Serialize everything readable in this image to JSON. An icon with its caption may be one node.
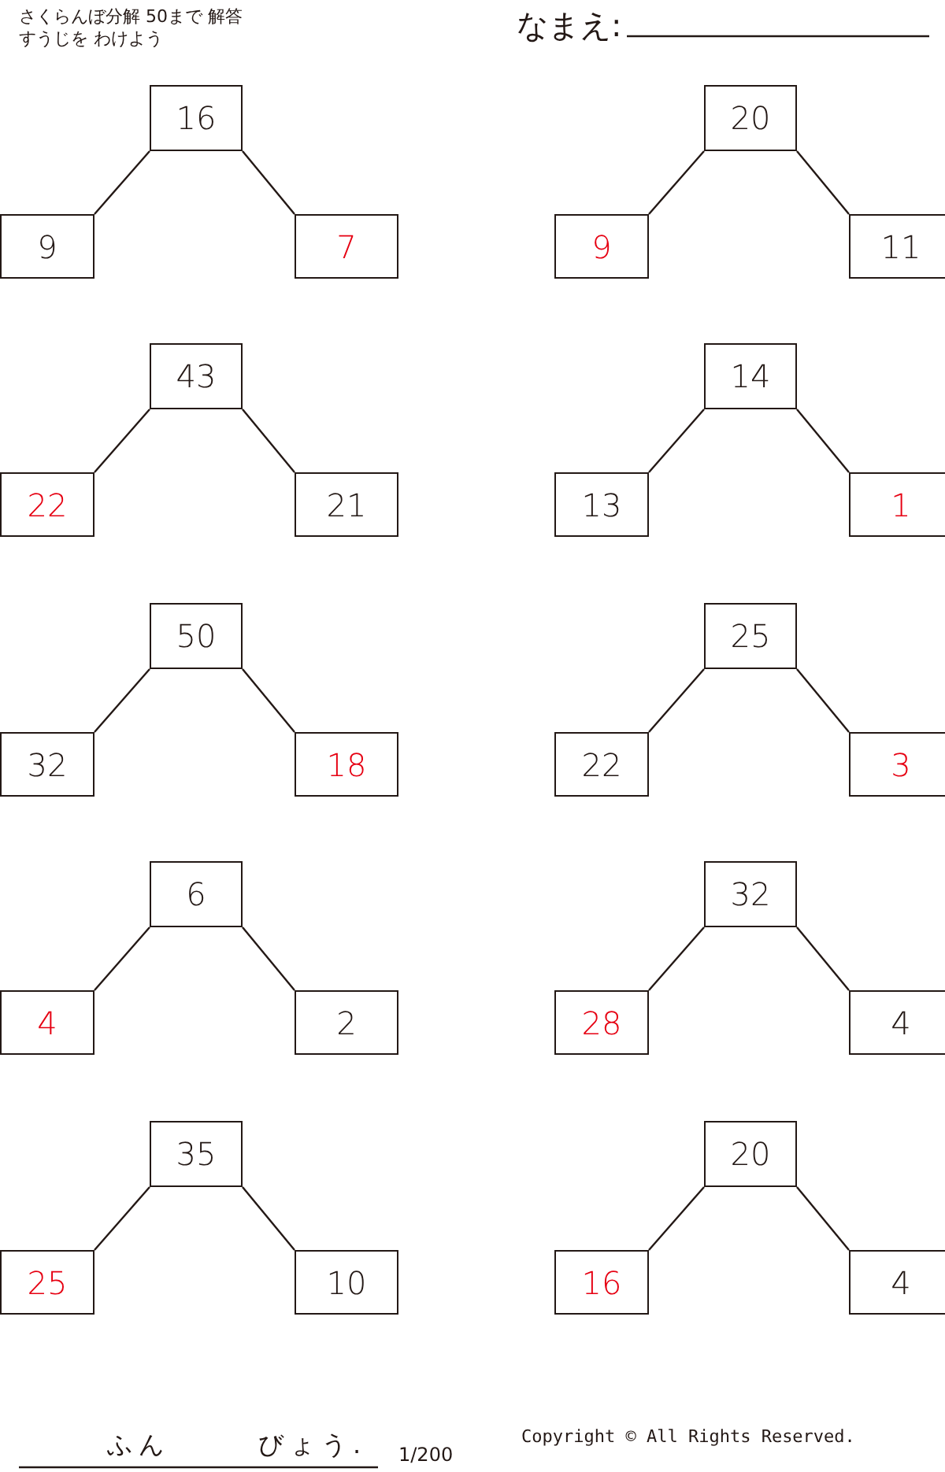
{
  "diagram": {
    "nodes": [
      {
        "text": [
          "16"
        ]
      },
      {
        "text": [
          "9"
        ]
      },
      {
        "text": [
          "7"
        ]
      },
      {
        "text": [
          "20"
        ]
      },
      {
        "text": [
          "9"
        ]
      },
      {
        "text": [
          "11"
        ]
      },
      {
        "text": [
          "43"
        ]
      },
      {
        "text": [
          "22"
        ]
      },
      {
        "text": [
          "21"
        ]
      },
      {
        "text": [
          "14"
        ]
      },
      {
        "text": [
          "13"
        ]
      },
      {
        "text": [
          "1"
        ]
      },
      {
        "text": [
          "50"
        ]
      },
      {
        "text": [
          "32"
        ]
      },
      {
        "text": [
          "18"
        ]
      },
      {
        "text": [
          "25"
        ]
      },
      {
        "text": [
          "22"
        ]
      },
      {
        "text": [
          "3"
        ]
      },
      {
        "text": [
          "6"
        ]
      },
      {
        "text": [
          "4"
        ]
      },
      {
        "text": [
          "2"
        ]
      },
      {
        "text": [
          "32"
        ]
      },
      {
        "text": [
          "28"
        ]
      },
      {
        "text": [
          "4"
        ]
      },
      {
        "text": [
          "35"
        ]
      },
      {
        "text": [
          "25"
        ]
      },
      {
        "text": [
          "10"
        ]
      },
      {
        "text": [
          "20"
        ]
      },
      {
        "text": [
          "16"
        ]
      },
      {
        "text": [
          "4"
        ]
      }
    ],
    "edges": [
      {
        "from": 0,
        "to": 1,
        "arrow": "none"
      },
      {
        "from": 0,
        "to": 2,
        "arrow": "none"
      },
      {
        "from": 3,
        "to": 4,
        "arrow": "none"
      },
      {
        "from": 3,
        "to": 5,
        "arrow": "none"
      },
      {
        "from": 6,
        "to": 7,
        "arrow": "none"
      },
      {
        "from": 6,
        "to": 8,
        "arrow": "none"
      },
      {
        "from": 9,
        "to": 10,
        "arrow": "none"
      },
      {
        "from": 9,
        "to": 11,
        "arrow": "none"
      },
      {
        "from": 12,
        "to": 13,
        "arrow": "none"
      },
      {
        "from": 12,
        "to": 14,
        "arrow": "none"
      },
      {
        "from": 15,
        "to": 16,
        "arrow": "none"
      },
      {
        "from": 15,
        "to": 17,
        "arrow": "none"
      },
      {
        "from": 18,
        "to": 19,
        "arrow": "none"
      },
      {
        "from": 18,
        "to": 20,
        "arrow": "none"
      },
      {
        "from": 21,
        "to": 22,
        "arrow": "none"
      },
      {
        "from": 21,
        "to": 23,
        "arrow": "none"
      },
      {
        "from": 24,
        "to": 25,
        "arrow": "none"
      },
      {
        "from": 24,
        "to": 26,
        "arrow": "none"
      },
      {
        "from": 27,
        "to": 28,
        "arrow": "none"
      },
      {
        "from": 27,
        "to": 29,
        "arrow": "none"
      }
    ],
    "labels": [
      "さくらんぼ分解 50まで 解答",
      "すうじを わけよう",
      "なまえ:",
      "ふん",
      "びょう.",
      "1/200",
      "Copyright © All Rights Reserved."
    ]
  }
}
